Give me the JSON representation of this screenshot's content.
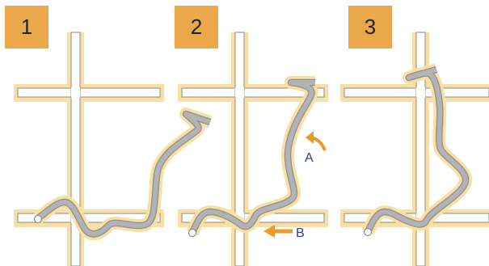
{
  "steps": [
    {
      "number": "1"
    },
    {
      "number": "2",
      "callouts": {
        "a": "A",
        "b": "B"
      }
    },
    {
      "number": "3"
    }
  ],
  "colors": {
    "badge": "#eba84a",
    "badge_text": "#1f2226",
    "glow": "#f8dfa6",
    "grid_bar_fill": "#ffffff",
    "grid_bar_stroke": "#8a8a8a",
    "wire": "#b3b3b3",
    "wire_edge": "#8e8e8e",
    "arrow": "#ec9a2a",
    "label": "#2e3d8f"
  },
  "icons": {
    "arrow_a": "curved-arrow-icon",
    "arrow_b": "left-arrow-icon",
    "wire_end": "circle-end-icon"
  }
}
